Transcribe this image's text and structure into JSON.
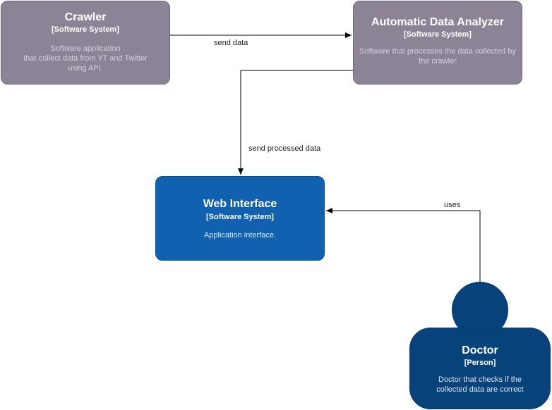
{
  "nodes": {
    "crawler": {
      "title": "Crawler",
      "tech": "[Software System]",
      "desc_lines": [
        "Software application",
        "that collect data from YT and Twitter",
        "using API."
      ]
    },
    "analyzer": {
      "title": "Automatic Data Analyzer",
      "tech": "[Software System]",
      "desc_lines": [
        "Software that processes the data collected by",
        "the crawler"
      ]
    },
    "web": {
      "title": "Web Interface",
      "tech": "[Software System]",
      "desc_lines": [
        "Application interface."
      ]
    },
    "doctor": {
      "title": "Doctor",
      "tech": "[Person]",
      "desc_lines": [
        "Doctor that checks if the",
        "collected data are correct"
      ]
    }
  },
  "edges": {
    "send_data": "send data",
    "send_processed": "send processed data",
    "uses": "uses"
  },
  "colors": {
    "external_system": "#8c8496",
    "software_system": "#1061b0",
    "person": "#08427b",
    "edge": "#000000"
  }
}
